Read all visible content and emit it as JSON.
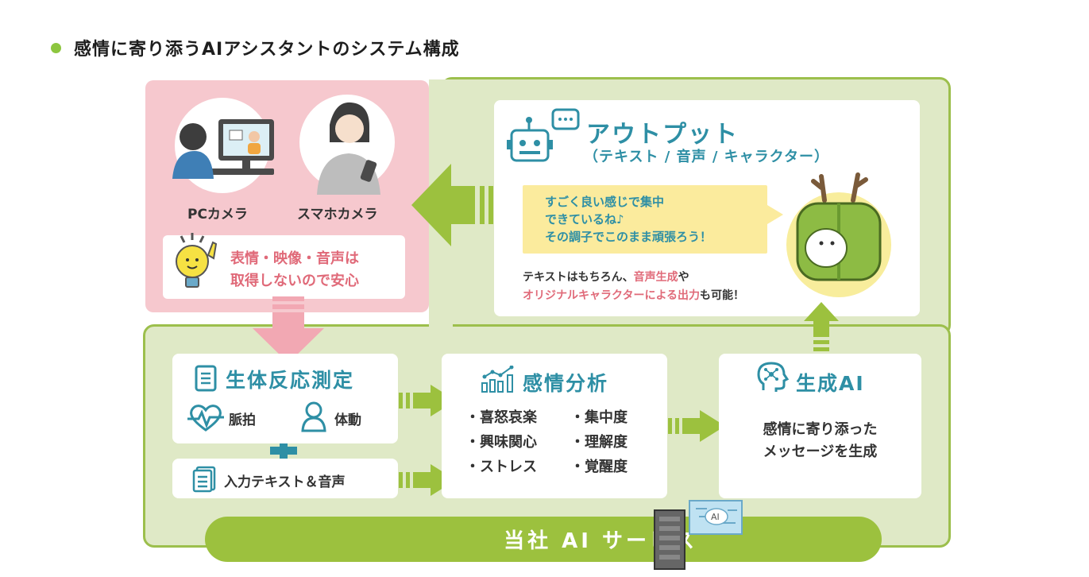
{
  "header": {
    "title": "感情に寄り添うAIアシスタントのシステム構成"
  },
  "input_section": {
    "pc_camera_label": "PCカメラ",
    "phone_camera_label": "スマホカメラ",
    "notice_line1": "表情・映像・音声は",
    "notice_line2": "取得しないので安心"
  },
  "output_section": {
    "title": "アウトプット",
    "subtitle": "（テキスト / 音声 / キャラクター）",
    "bubble_line1": "すごく良い感じで集中",
    "bubble_line2": "できているね♪",
    "bubble_line3": "その調子でこのまま頑張ろう！",
    "note_line1_a": "テキストはもちろん、",
    "note_line1_b": "音声生成",
    "note_line1_c": "や",
    "note_line2_a": "オリジナルキャラクターによる出力",
    "note_line2_b": "も可能！"
  },
  "bio_section": {
    "title": "生体反応測定",
    "pulse_label": "脈拍",
    "motion_label": "体動",
    "input_label": "入力テキスト＆音声"
  },
  "emotion_section": {
    "title": "感情分析",
    "left_items": [
      "・喜怒哀楽",
      "・興味関心",
      "・ストレス"
    ],
    "right_items": [
      "・集中度",
      "・理解度",
      "・覚醒度"
    ]
  },
  "ai_section": {
    "title": "生成AI",
    "desc_line1": "感情に寄り添った",
    "desc_line2": "メッセージを生成"
  },
  "service": {
    "label": "当社 AI サービス",
    "server_tag": "AI"
  },
  "colors": {
    "accent_green": "#9cc13e",
    "panel_green": "#dfe9c6",
    "pink": "#f6c8ce",
    "teal": "#2e8fa5",
    "highlight_red": "#e06a79",
    "bubble_yellow": "#fbeb9d"
  }
}
